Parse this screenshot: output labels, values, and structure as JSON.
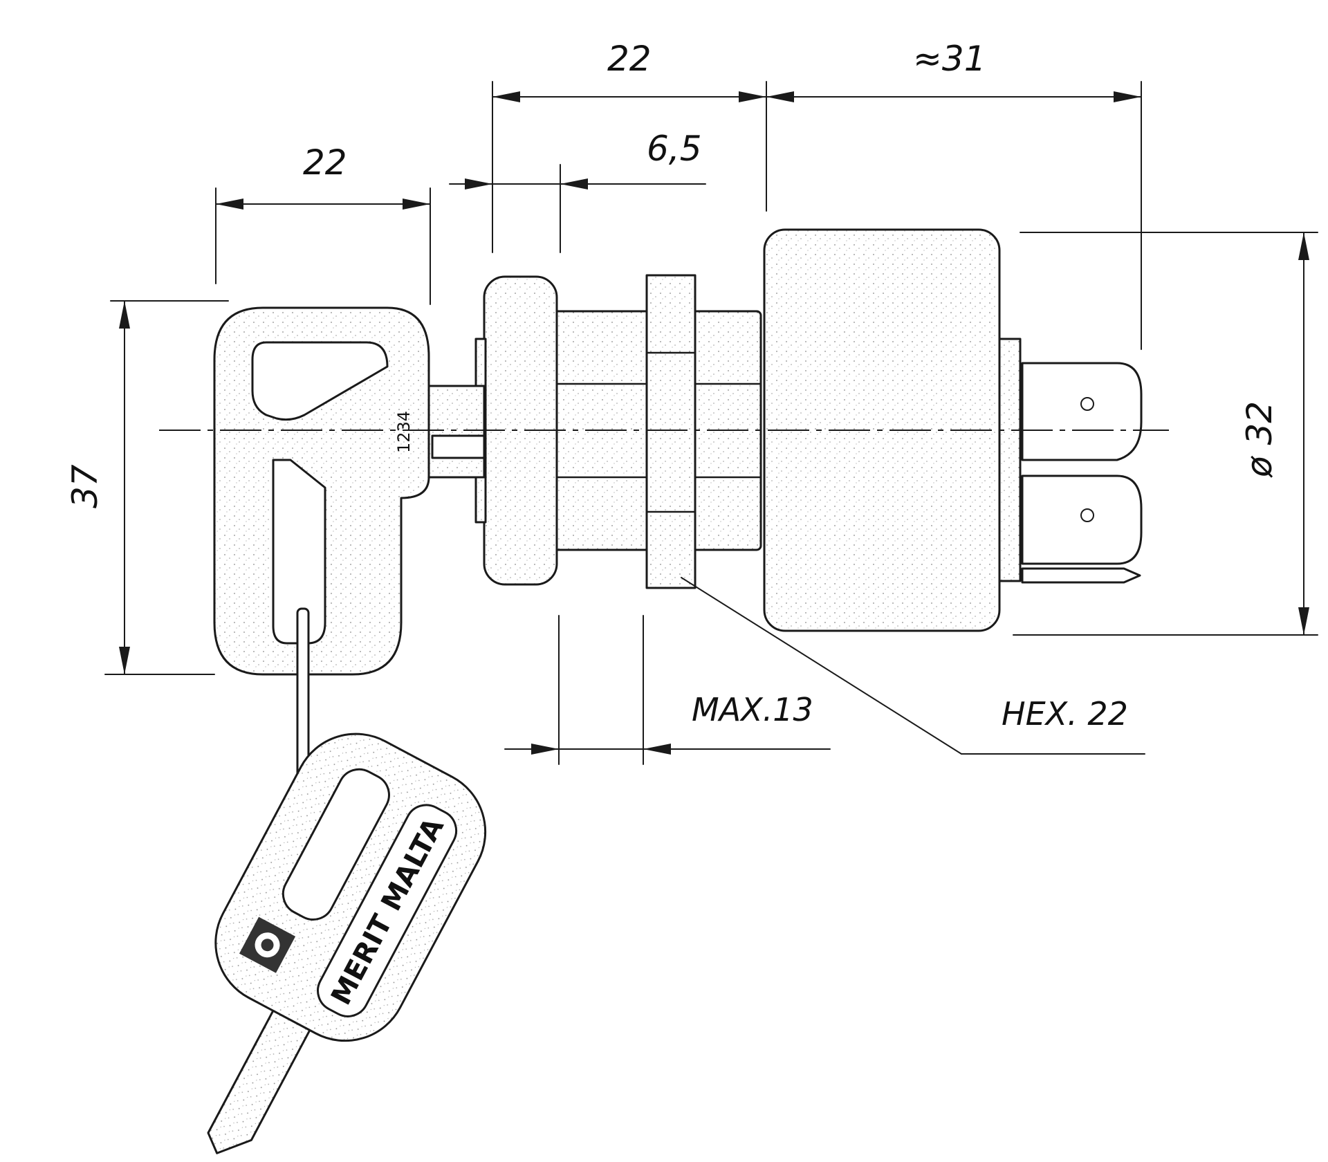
{
  "dimensions": {
    "key_head_width": "22",
    "shaft_length": "22",
    "body_length": "≈31",
    "flange_thickness": "6,5",
    "key_head_height": "37",
    "body_diameter": "ø 32",
    "panel_thickness": "MAX.13"
  },
  "labels": {
    "hex_nut": "HEX. 22",
    "key_number": "1234",
    "brand": "MERIT MALTA"
  },
  "icons": {
    "brand_logo": "merit-logo-icon"
  }
}
